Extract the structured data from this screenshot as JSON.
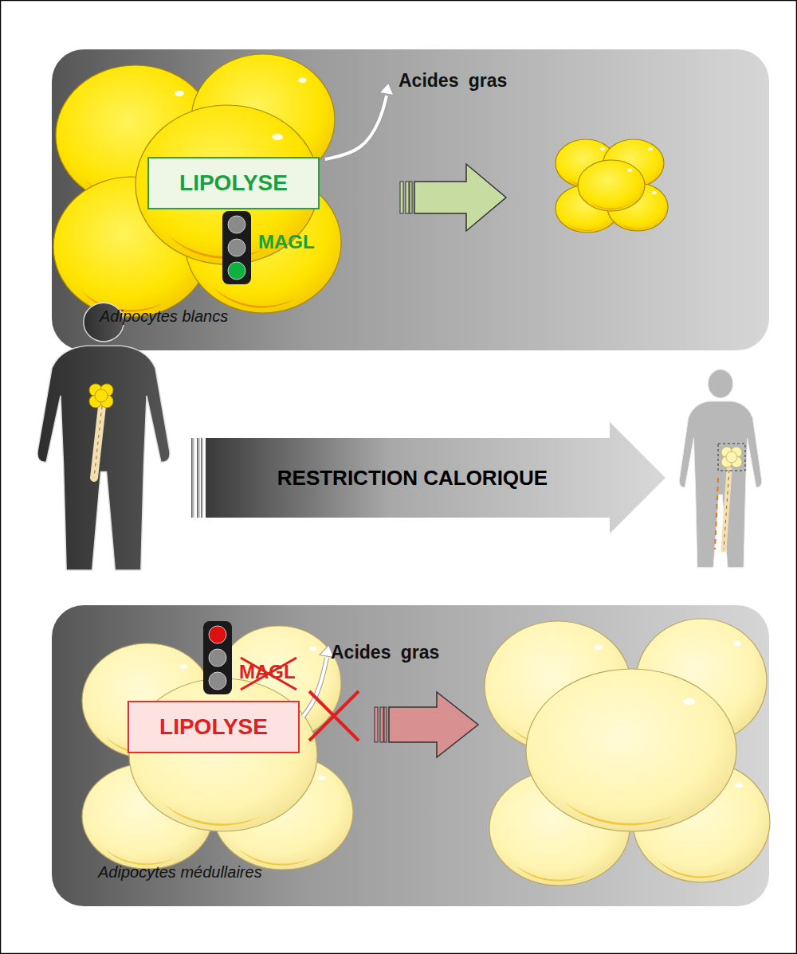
{
  "diagram": {
    "nodes": [
      {
        "text": [
          "Adipocytes blancs"
        ]
      },
      {
        "text": [
          "LIPOLYSE"
        ],
        "in": 0
      },
      {
        "text": [
          "RESTRICTION CALORIQUE"
        ]
      },
      {
        "text": [
          "Adipocytes médullaires"
        ]
      },
      {
        "text": [
          "LIPOLYSE"
        ],
        "in": 3
      }
    ],
    "labels": [
      "Acides gras",
      "MAGL",
      "MAGL",
      "Acides gras"
    ]
  }
}
